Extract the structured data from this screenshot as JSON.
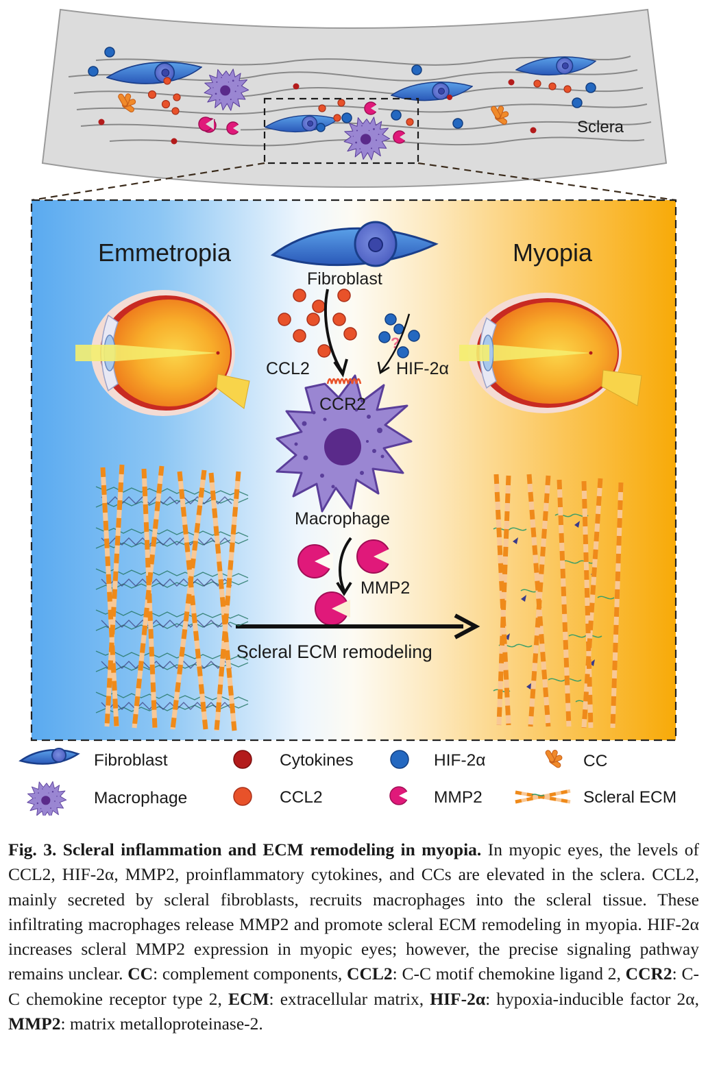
{
  "diagram": {
    "sclera_label": "Sclera",
    "left_label": "Emmetropia",
    "right_label": "Myopia",
    "fibroblast_label": "Fibroblast",
    "ccl2_label": "CCL2",
    "hif_label": "HIF-2α",
    "ccr2_label": "CCR2",
    "question_mark": "?",
    "macrophage_label": "Macrophage",
    "mmp2_label": "MMP2",
    "remodeling_label": "Scleral ECM remodeling",
    "colors": {
      "fibroblast": "#2a58b8",
      "macrophage": "#8a70c2",
      "cytokine": "#b31b1b",
      "ccl2": "#e8522a",
      "hif": "#2468c0",
      "mmp2": "#e0197a",
      "cc": "#f08a2a",
      "left_panel": "#5aaaf0",
      "right_panel": "#f8aa08"
    }
  },
  "legend": {
    "fibroblast": "Fibroblast",
    "macrophage": "Macrophage",
    "cytokines": "Cytokines",
    "ccl2": "CCL2",
    "hif": "HIF-2α",
    "mmp2": "MMP2",
    "cc": "CC",
    "ecm": "Scleral ECM"
  },
  "caption": {
    "title": "Fig. 3. Scleral inflammation and ECM remodeling in myopia.",
    "body": "In myopic eyes, the levels of CCL2, HIF-2α, MMP2, proinflammatory cytokines, and CCs are elevated in the sclera. CCL2, mainly secreted by scleral fibroblasts, recruits macrophages into the scleral tissue. These infiltrating macrophages release MMP2 and promote scleral ECM remodeling in myopia. HIF-2α increases scleral MMP2 expression in myopic eyes; however, the precise signaling pathway remains unclear.",
    "abbr": [
      {
        "term": "CC",
        "def": ": complement components, "
      },
      {
        "term": "CCL2",
        "def": ": C-C motif chemokine ligand 2, "
      },
      {
        "term": "CCR2",
        "def": ": C-C chemokine receptor type 2, "
      },
      {
        "term": "ECM",
        "def": ": extracellular matrix, "
      },
      {
        "term": "HIF-2α",
        "def": ": hypoxia-inducible factor 2α, "
      },
      {
        "term": "MMP2",
        "def": ": matrix metalloproteinase-2."
      }
    ]
  }
}
